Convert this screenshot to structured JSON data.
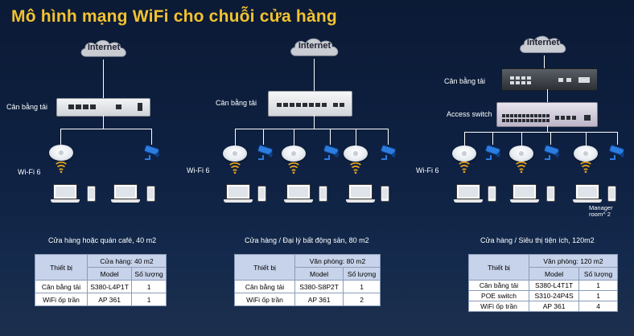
{
  "title": "Mô hình mạng WiFi cho chuỗi cửa hàng",
  "internet_label": "Internet",
  "wifi_label": "Wi-Fi 6",
  "load_balancer_label": "Cân bằng tải",
  "access_switch_label": "Access switch",
  "manager_room_label": "Manager room^ 2",
  "icons": [
    "cloud-icon",
    "router-icon",
    "switch-icon",
    "access-point-icon",
    "wifi-waves-icon",
    "camera-icon",
    "laptop-icon",
    "phone-icon"
  ],
  "colors": {
    "title": "#f2c230",
    "table_header": "#c7d3ea",
    "camera": "#1f6fd0",
    "wifi_waves": "#e0a020"
  },
  "scenarios": [
    {
      "caption": "Cửa hàng hoặc quán café, 40 m2",
      "table": {
        "device_header": "Thiết bị",
        "space_header": "Cửa hàng: 40 m2",
        "model_header": "Model",
        "qty_header": "Số lượng",
        "rows": [
          {
            "device": "Cân bằng tải",
            "model": "S380-L4P1T",
            "qty": "1"
          },
          {
            "device": "WiFi ốp trần",
            "model": "AP 361",
            "qty": "1"
          }
        ]
      }
    },
    {
      "caption": "Cửa hàng / Đại lý bất động sản, 80 m2",
      "table": {
        "device_header": "Thiết bị",
        "space_header": "Văn phòng: 80 m2",
        "model_header": "Model",
        "qty_header": "Số lượng",
        "rows": [
          {
            "device": "Cân bằng tải",
            "model": "S380-S8P2T",
            "qty": "1"
          },
          {
            "device": "WiFi ốp trần",
            "model": "AP 361",
            "qty": "2"
          }
        ]
      }
    },
    {
      "caption": "Cửa hàng / Siêu thị tiện ích, 120m2",
      "table": {
        "device_header": "Thiết bị",
        "space_header": "Văn phòng: 120 m2",
        "model_header": "Model",
        "qty_header": "Số lượng",
        "rows": [
          {
            "device": "Cân bằng tải",
            "model": "S380-L4T1T",
            "qty": "1"
          },
          {
            "device": "POE switch",
            "model": "S310-24P4S",
            "qty": "1"
          },
          {
            "device": "WiFi ốp trần",
            "model": "AP 361",
            "qty": "4"
          }
        ]
      }
    }
  ]
}
